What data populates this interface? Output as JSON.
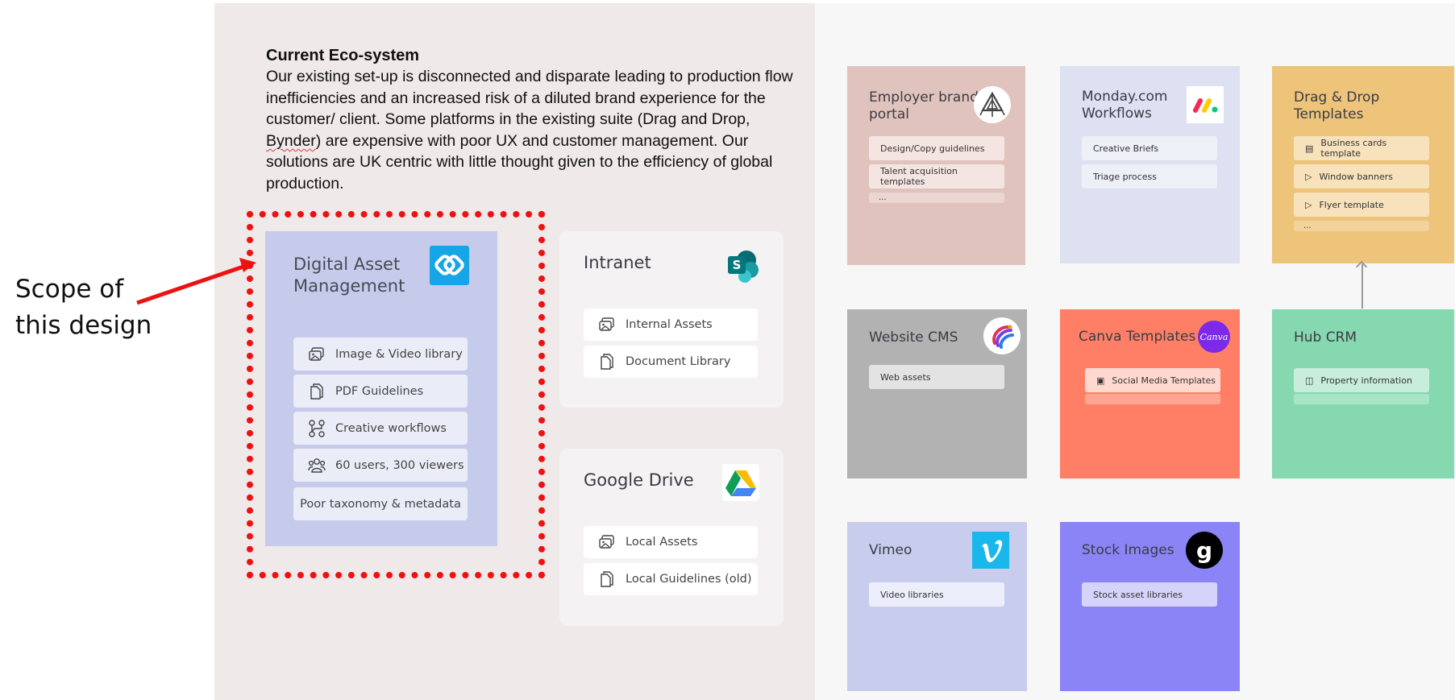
{
  "intro": {
    "heading": "Current Eco-system",
    "para_pre": "Our existing set-up is disconnected and disparate leading to production flow inefficiencies and an increased risk of a diluted brand experience for the customer/ client. Some platforms in the existing suite (Drag and Drop, ",
    "para_link": "Bynder",
    "para_post": ") are expensive with poor UX and customer management. Our solutions are UK centric with little thought given to the efficiency of global production."
  },
  "annotation": {
    "line1": "Scope of",
    "line2": "this design",
    "color": "#ee1111"
  },
  "dam": {
    "title": "Digital Asset Management",
    "bg": "#c6cbec",
    "items": [
      {
        "icon": "image-library-icon",
        "label": "Image & Video library"
      },
      {
        "icon": "document-icon",
        "label": "PDF Guidelines"
      },
      {
        "icon": "workflow-icon",
        "label": "Creative workflows"
      },
      {
        "icon": "users-icon",
        "label": "60 users, 300 viewers"
      },
      {
        "icon": "",
        "label": "Poor taxonomy & metadata"
      }
    ]
  },
  "intranet": {
    "title": "Intranet",
    "items": [
      {
        "icon": "image-library-icon",
        "label": "Internal Assets"
      },
      {
        "icon": "document-icon",
        "label": "Document Library"
      }
    ]
  },
  "gdrive": {
    "title": "Google Drive",
    "items": [
      {
        "icon": "image-library-icon",
        "label": "Local Assets"
      },
      {
        "icon": "document-icon",
        "label": "Local Guidelines (old)"
      }
    ]
  },
  "tiles": {
    "employer": {
      "title": "Employer brand portal",
      "bg": "#e1c3bd",
      "rows": [
        "Design/Copy guidelines",
        "Talent acquisition templates",
        "..."
      ]
    },
    "monday": {
      "title": "Monday.com Workflows",
      "bg": "#dde1f1",
      "rows": [
        "Creative Briefs",
        "Triage process"
      ]
    },
    "dragdrop": {
      "title": "Drag & Drop Templates",
      "bg": "#edc47a",
      "rows": [
        "Business cards template",
        "Window banners",
        "Flyer template",
        "..."
      ]
    },
    "cms": {
      "title": "Website CMS",
      "bg": "#b2b2b2",
      "rows": [
        "Web assets"
      ]
    },
    "canva": {
      "title": "Canva Templates",
      "bg": "#ff7f66",
      "logo_text": "Canva",
      "rows": [
        "Social Media Templates",
        ""
      ]
    },
    "hubcrm": {
      "title": "Hub CRM",
      "bg": "#86d8b0",
      "rows": [
        "Property information",
        ""
      ]
    },
    "vimeo": {
      "title": "Vimeo",
      "bg": "#c8cdee",
      "rows": [
        "Video libraries"
      ]
    },
    "stock": {
      "title": "Stock Images",
      "bg": "#8b84f6",
      "logo_text": "g",
      "rows": [
        "Stock asset libraries"
      ]
    }
  }
}
